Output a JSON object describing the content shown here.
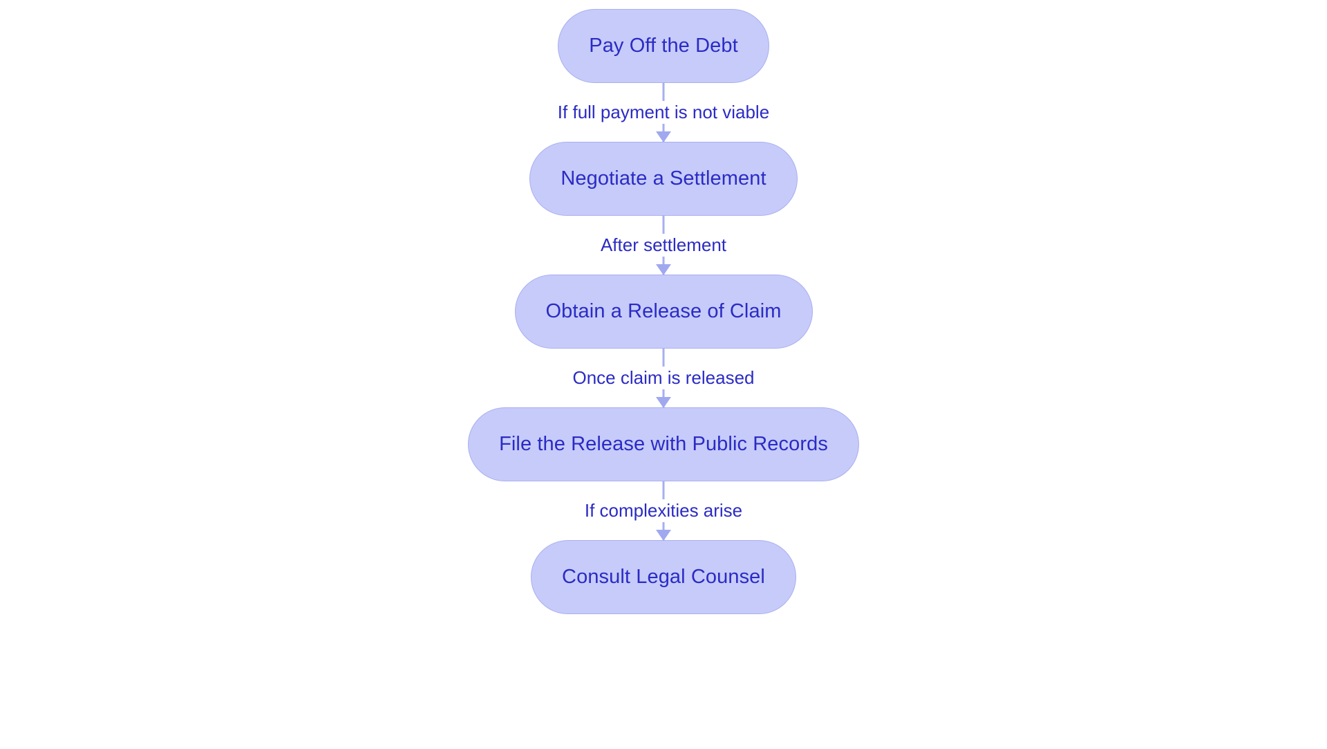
{
  "diagram": {
    "title": "Debt Release Process Flowchart",
    "type": "flowchart",
    "orientation": "top-to-bottom",
    "background_color": "#ffffff",
    "node_fill_color": "#c6cbfa",
    "node_border_color": "#a9afef",
    "node_text_color": "#2b2bc4",
    "edge_color": "#a7aef0",
    "edge_label_color": "#2b2bc4",
    "nodes": [
      {
        "id": "pay-off-the-debt",
        "label": "Pay Off the Debt"
      },
      {
        "id": "negotiate-a-settlement",
        "label": "Negotiate a Settlement"
      },
      {
        "id": "obtain-a-release-of-claim",
        "label": "Obtain a Release of Claim"
      },
      {
        "id": "file-the-release-with-public-records",
        "label": "File the Release with Public Records"
      },
      {
        "id": "consult-legal-counsel",
        "label": "Consult Legal Counsel"
      }
    ],
    "edges": [
      {
        "from": "pay-off-the-debt",
        "to": "negotiate-a-settlement",
        "label": "If full payment is not viable"
      },
      {
        "from": "negotiate-a-settlement",
        "to": "obtain-a-release-of-claim",
        "label": "After settlement"
      },
      {
        "from": "obtain-a-release-of-claim",
        "to": "file-the-release-with-public-records",
        "label": "Once claim is released"
      },
      {
        "from": "file-the-release-with-public-records",
        "to": "consult-legal-counsel",
        "label": "If complexities arise"
      }
    ]
  }
}
